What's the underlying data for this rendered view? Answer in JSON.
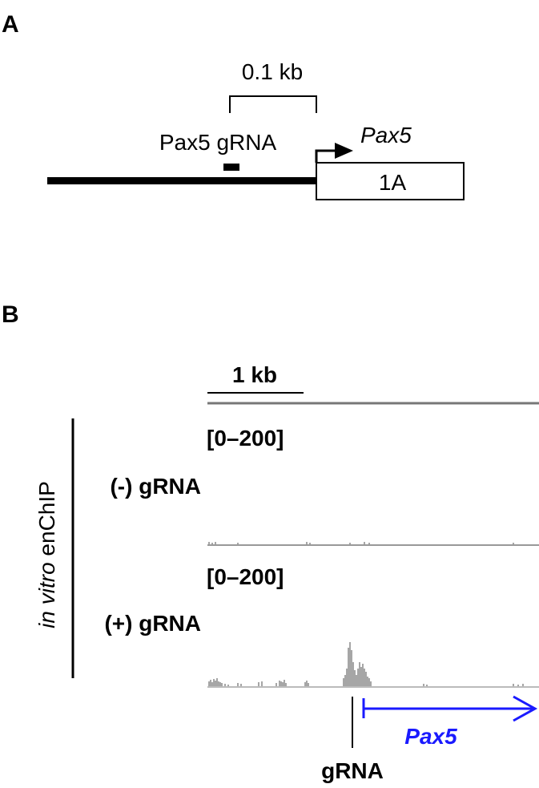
{
  "panel_a": {
    "letter": "A",
    "scale_label": "0.1 kb",
    "grna_label": "Pax5 gRNA",
    "gene_label": "Pax5",
    "exon_label": "1A"
  },
  "panel_b": {
    "letter": "B",
    "scale_label": "1 kb",
    "side_label_italic": "in vitro",
    "side_label_rest": "enChIP",
    "tracks": [
      {
        "label": "(-) gRNA",
        "range": "[0–200]"
      },
      {
        "label": "(+) gRNA",
        "range": "[0–200]"
      }
    ],
    "grna_label": "gRNA",
    "gene_label": "Pax5",
    "colors": {
      "track_fill": "#a6a6a6",
      "gene_arrow": "#1a1aff",
      "baseline": "#999999"
    }
  }
}
